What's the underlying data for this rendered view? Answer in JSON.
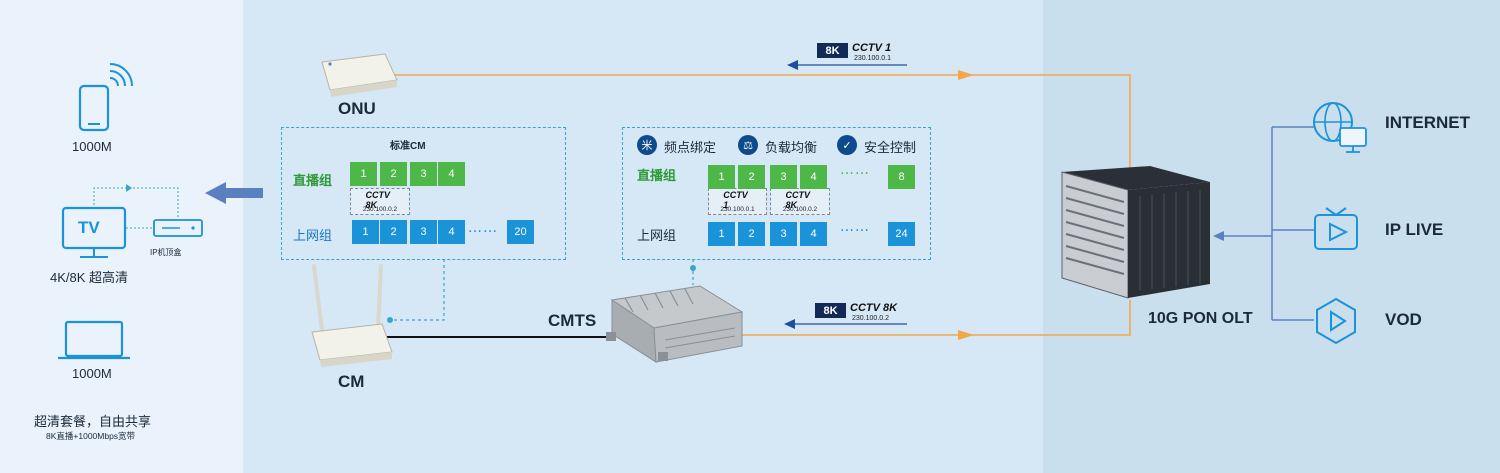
{
  "colors": {
    "accent_blue": "#1a93d9",
    "accent_green": "#4db848",
    "fiber_orange": "#f4a64a",
    "arrow_blue": "#5b80bf"
  },
  "left": {
    "phone_speed": "1000M",
    "tv_label": "TV",
    "tv_caption": "4K/8K 超高清",
    "stb_label": "IP机顶盒",
    "laptop_speed": "1000M",
    "package_title": "超清套餐，自由共享",
    "package_desc": "8K直播+1000Mbps宽带"
  },
  "devices": {
    "onu": "ONU",
    "cm": "CM",
    "cmts": "CMTS",
    "olt": "10G PON OLT"
  },
  "standard_cm": {
    "title": "标准CM",
    "live_group_label": "直播组",
    "live_channels": [
      "1",
      "2",
      "3",
      "4"
    ],
    "live_chip": {
      "logo": "CCTV 8K",
      "ip": "230.100.0.2"
    },
    "internet_group_label": "上网组",
    "internet_channels": [
      "1",
      "2",
      "3",
      "4",
      "20"
    ],
    "ellipsis": "……"
  },
  "cmts_panel": {
    "features": [
      {
        "icon": "frequency-icon",
        "glyph": "米",
        "label": "频点绑定"
      },
      {
        "icon": "balance-scale-icon",
        "glyph": "⚖",
        "label": "负载均衡"
      },
      {
        "icon": "shield-icon",
        "glyph": "✓",
        "label": "安全控制"
      }
    ],
    "live_group_label": "直播组",
    "live_channels": [
      "1",
      "2",
      "3",
      "4",
      "8"
    ],
    "live_chips": [
      {
        "logo": "CCTV 1",
        "ip": "230.100.0.1"
      },
      {
        "logo": "CCTV 8K",
        "ip": "230.100.0.2"
      }
    ],
    "internet_group_label": "上网组",
    "internet_channels": [
      "1",
      "2",
      "3",
      "4",
      "24"
    ],
    "ellipsis": "……"
  },
  "streams": {
    "top": {
      "badge": "8K",
      "channel": "CCTV 1",
      "ip": "230.100.0.1"
    },
    "bottom": {
      "badge": "8K",
      "channel": "CCTV 8K",
      "ip": "230.100.0.2"
    }
  },
  "services": [
    {
      "icon": "globe-icon",
      "label": "INTERNET"
    },
    {
      "icon": "live-tv-icon",
      "label": "IP LIVE"
    },
    {
      "icon": "vod-play-icon",
      "label": "VOD"
    }
  ]
}
